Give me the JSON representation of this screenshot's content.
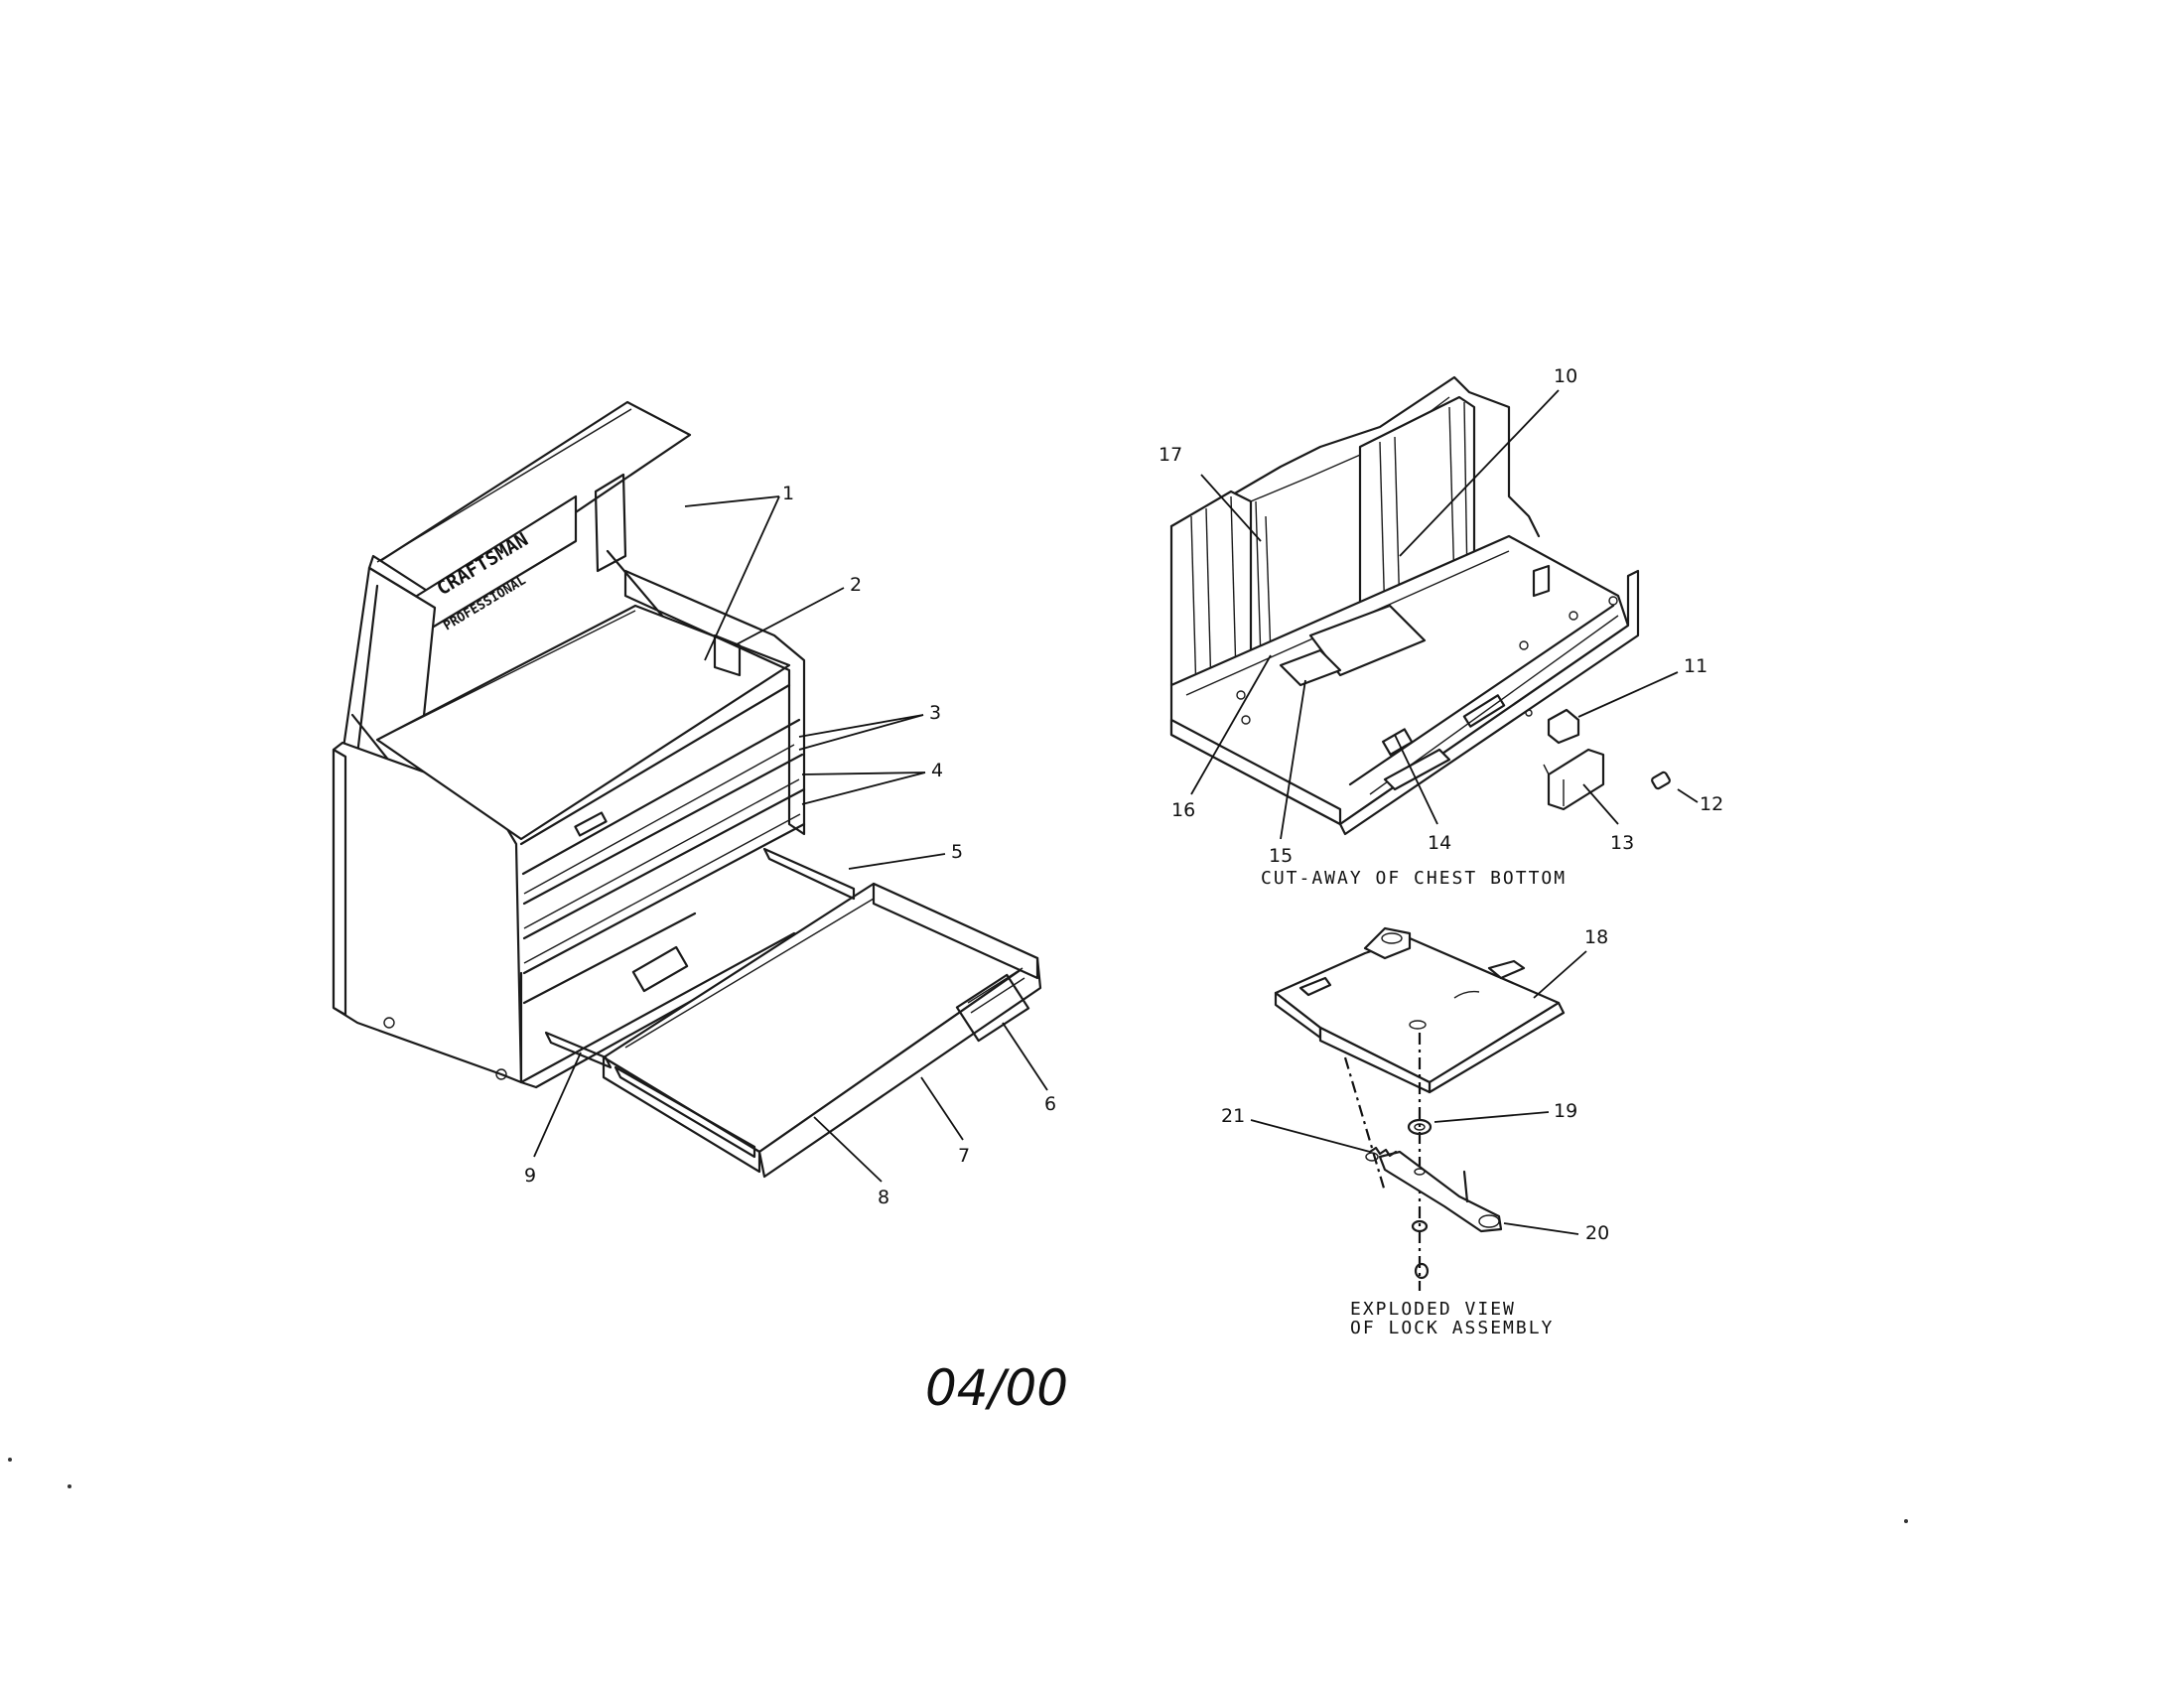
{
  "main_view": {
    "callouts": [
      "1",
      "2",
      "3",
      "4",
      "5",
      "6",
      "7",
      "8",
      "9"
    ],
    "logo_text": "CRAFTSMAN",
    "logo_subtext": "PROFESSIONAL"
  },
  "cutaway_view": {
    "callouts": [
      "10",
      "11",
      "12",
      "13",
      "14",
      "15",
      "16",
      "17"
    ],
    "caption": "CUT-AWAY OF CHEST BOTTOM"
  },
  "lock_view": {
    "callouts": [
      "18",
      "19",
      "20",
      "21"
    ],
    "caption_line1": "EXPLODED VIEW",
    "caption_line2": "OF LOCK ASSEMBLY"
  },
  "footer": {
    "date_code": "04/00"
  }
}
